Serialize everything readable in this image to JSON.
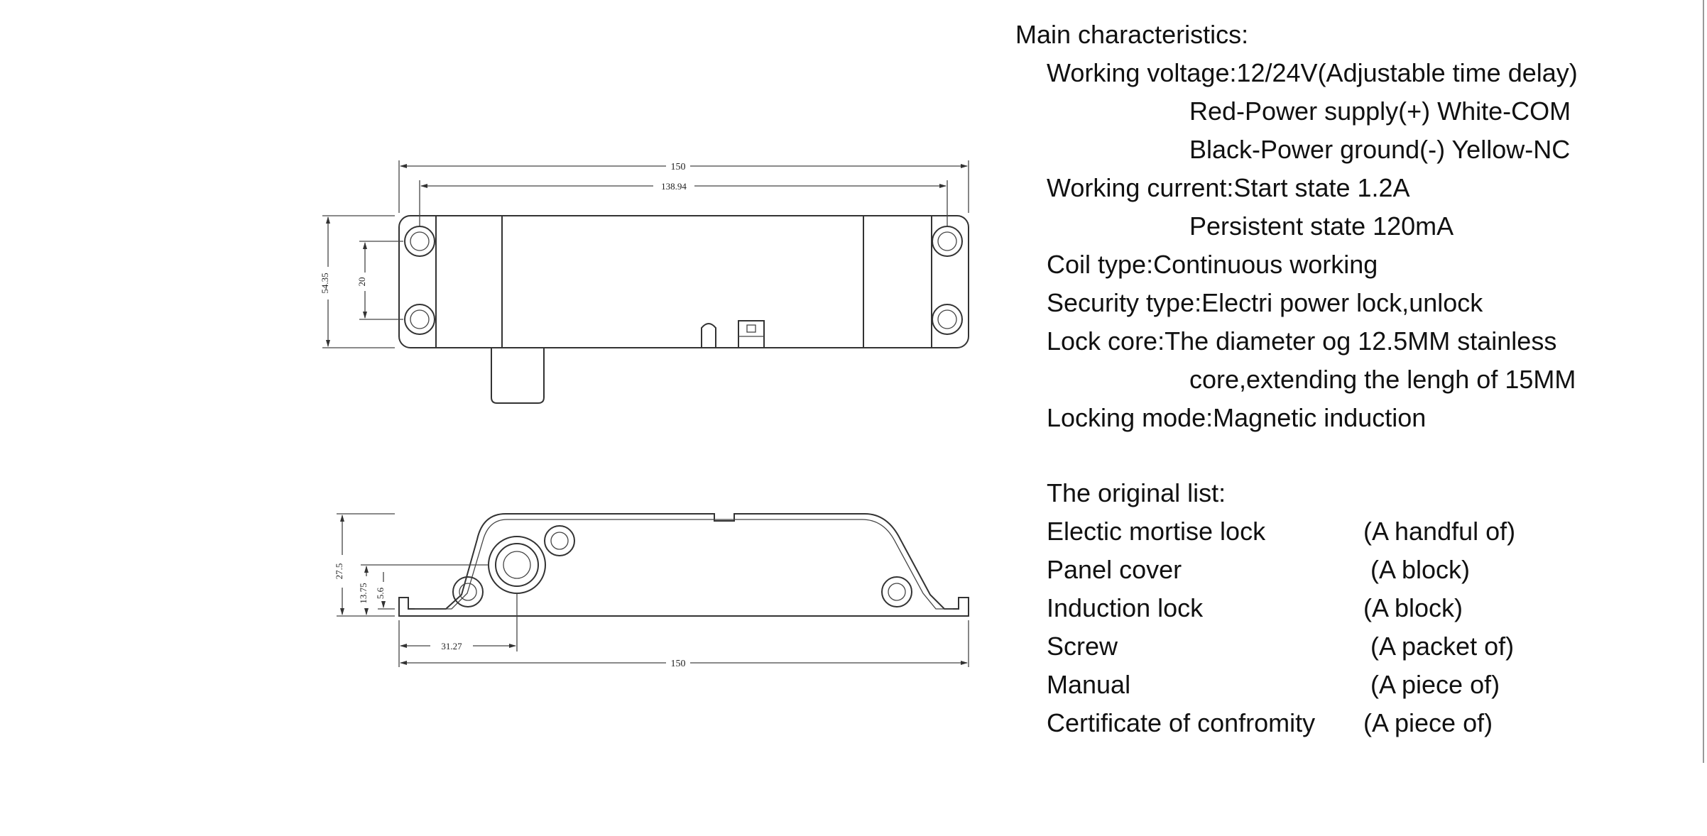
{
  "drawing": {
    "top_view": {
      "overall_width": "150",
      "hole_spacing_width": "138.94",
      "height": "54.35",
      "hole_spacing_height": "20"
    },
    "side_view": {
      "height": "27.5",
      "dim_13_75": "13.75",
      "dim_5_6": "5.6",
      "bolt_offset": "31.27",
      "overall_width": "150"
    }
  },
  "specs": {
    "heading": "Main characteristics:",
    "lines": [
      {
        "text": "Working voltage:12/24V(Adjustable time delay)",
        "indent": 1
      },
      {
        "text": "Red-Power supply(+) White-COM",
        "indent": 2
      },
      {
        "text": "Black-Power ground(-) Yellow-NC",
        "indent": 2
      },
      {
        "text": "Working current:Start state 1.2A",
        "indent": 1
      },
      {
        "text": "Persistent state 120mA",
        "indent": 2
      },
      {
        "text": "Coil type:Continuous working",
        "indent": 1
      },
      {
        "text": "Security type:Electri power lock,unlock",
        "indent": 1
      },
      {
        "text": "Lock core:The diameter og 12.5MM stainless",
        "indent": 1
      },
      {
        "text": "core,extending the lengh of 15MM",
        "indent": 2
      },
      {
        "text": "Locking mode:Magnetic induction",
        "indent": 1
      }
    ],
    "list_heading": "The original list:",
    "items": [
      {
        "name": "Electic mortise lock",
        "qty": "(A handful of)"
      },
      {
        "name": "Panel cover",
        "qty": " (A block)"
      },
      {
        "name": "Induction lock",
        "qty": "(A block)"
      },
      {
        "name": "Screw",
        "qty": " (A packet of)"
      },
      {
        "name": "Manual",
        "qty": " (A piece of)"
      },
      {
        "name": "Certificate of confromity",
        "qty": "(A piece of)"
      }
    ]
  }
}
